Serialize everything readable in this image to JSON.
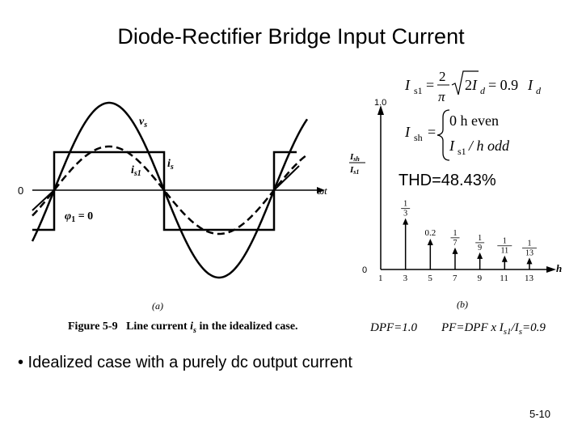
{
  "slide": {
    "title": "Diode-Rectifier Bridge Input Current",
    "bullet": "• Idealized case with a purely dc output current",
    "page_number": "5-10"
  },
  "figure": {
    "caption_label": "Figure 5-9",
    "caption_text_1": "Line current",
    "caption_var": "i",
    "caption_sub": "s",
    "caption_text_2": "in the idealized case.",
    "panel_a_label": "(a)",
    "panel_b_label": "(b)"
  },
  "waveform": {
    "zero_label": "0",
    "time_axis_label": "ωt",
    "vs_label": "v",
    "vs_sub": "s",
    "is_label": "i",
    "is_sub": "s",
    "is1_label": "i",
    "is1_sub": "s1",
    "phi_label": "φ",
    "phi_sub": "1",
    "phi_value": " = 0"
  },
  "equations": {
    "is1": "I_s1 = (2/π) √2 I_d = 0.9 I_d",
    "is1_lhs": "I",
    "is1_lhs_sub": "s1",
    "is1_eq": "=",
    "is1_frac_num": "2",
    "is1_frac_den": "π",
    "is1_sqrt_arg": "2",
    "is1_id": "I",
    "is1_id_sub": "d",
    "is1_mid": "= 0.9",
    "ish_lhs": "I",
    "ish_lhs_sub": "sh",
    "ish_eq": "=",
    "ish_case1": "0 h even",
    "ish_case2_pre": "I",
    "ish_case2_sub": "s1",
    "ish_case2_post": "/ h odd"
  },
  "thd": "THD=48.43%",
  "dpf": "DPF=1.0",
  "pf": {
    "prefix": "PF=DPF x I",
    "sub1": "s1",
    "mid": "/I",
    "sub2": "s",
    "suffix": "=0.9"
  },
  "chart_data": {
    "type": "bar",
    "title": "",
    "ylabel": "I_sh / I_s1",
    "xlabel": "h",
    "ylim": [
      0,
      1.0
    ],
    "y_ticks": [
      "0",
      "1.0"
    ],
    "x_ticks": [
      "1",
      "3",
      "5",
      "7",
      "9",
      "11",
      "13"
    ],
    "x": [
      1,
      3,
      5,
      7,
      9,
      11,
      13
    ],
    "values": [
      1.0,
      0.3333,
      0.2,
      0.1429,
      0.1111,
      0.0909,
      0.0769
    ],
    "data_labels": [
      "",
      "1/3",
      "0.2",
      "1/7",
      "1/9",
      "1/11",
      "1/13"
    ],
    "grid": false
  }
}
